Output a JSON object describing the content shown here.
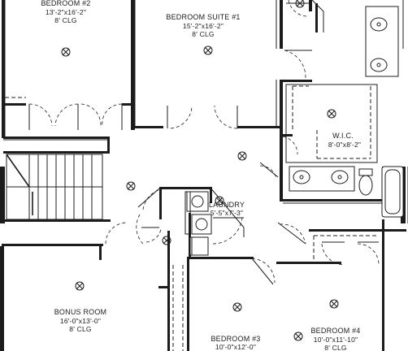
{
  "rooms": {
    "bedroom2": {
      "name": "BEDROOM #2",
      "size": "13'-2\"x16'-2\"",
      "ceiling": "8' CLG"
    },
    "suite1": {
      "name": "BEDROOM SUITE #1",
      "size": "15'-2\"x16'-2\"",
      "ceiling": "8' CLG"
    },
    "wic": {
      "name": "W.I.C.",
      "size": "8'-0\"x8'-2\""
    },
    "laundry": {
      "name": "LAUNDRY",
      "size": "5'-5\"x7'-3\""
    },
    "bonus": {
      "name": "BONUS ROOM",
      "size": "16'-0\"x13'-0\"",
      "ceiling": "8' CLG"
    },
    "bedroom3": {
      "name": "BEDROOM #3",
      "size": "10'-0\"x12'-0\""
    },
    "bedroom4": {
      "name": "BEDROOM #4",
      "size": "10'-0\"x11'-10\"",
      "ceiling": "8' CLG"
    }
  }
}
